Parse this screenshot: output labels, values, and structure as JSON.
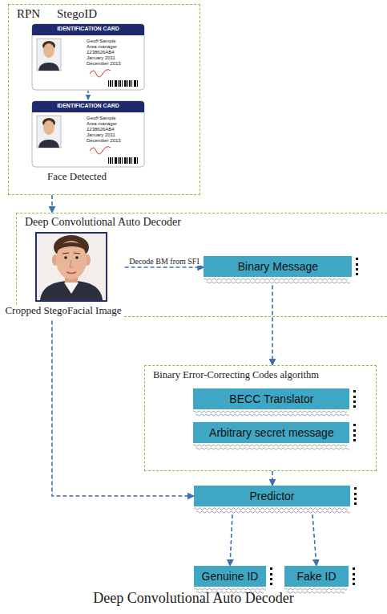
{
  "diagram": {
    "caption": "Deep Convolutional Auto Decoder",
    "nodes": [
      {
        "text": [
          "RPN",
          "StegoID",
          "Face Detected"
        ]
      },
      {
        "text": [
          "Deep Convolutional Auto Decoder"
        ]
      },
      {
        "text": [
          "Cropped StegoFacial Image"
        ],
        "in": 1
      },
      {
        "text": [
          "Binary Message"
        ],
        "in": 1
      },
      {
        "text": [
          "Binary Error-Correcting Codes algorithm"
        ]
      },
      {
        "text": [
          "BECC Translator"
        ],
        "in": 4
      },
      {
        "text": [
          "Arbitrary secret message"
        ],
        "in": 4
      },
      {
        "text": [
          "Predictor"
        ]
      },
      {
        "text": [
          "Genuine ID"
        ]
      },
      {
        "text": [
          "Fake ID"
        ]
      }
    ],
    "edges": [
      {
        "from": 0,
        "to": 1,
        "arrow": "to"
      },
      {
        "from": 2,
        "to": 3,
        "label": "Decode BM from SFI",
        "arrow": "to"
      },
      {
        "from": 3,
        "to": 4,
        "arrow": "to"
      },
      {
        "from": 4,
        "to": 7,
        "arrow": "to"
      },
      {
        "from": 2,
        "to": 7,
        "arrow": "to"
      },
      {
        "from": 7,
        "to": 8,
        "arrow": "to"
      },
      {
        "from": 7,
        "to": 9,
        "arrow": "to"
      }
    ],
    "labels": [
      "IDENTIFICATION CARD",
      "Geoff Sample",
      "Area manager",
      "1238626AB4",
      "January 2011",
      "December 2013",
      "IDENTIFICATION CARD",
      "Geoff Sample",
      "Area manager",
      "1238626AB4",
      "January 2011",
      "December 2013"
    ]
  }
}
